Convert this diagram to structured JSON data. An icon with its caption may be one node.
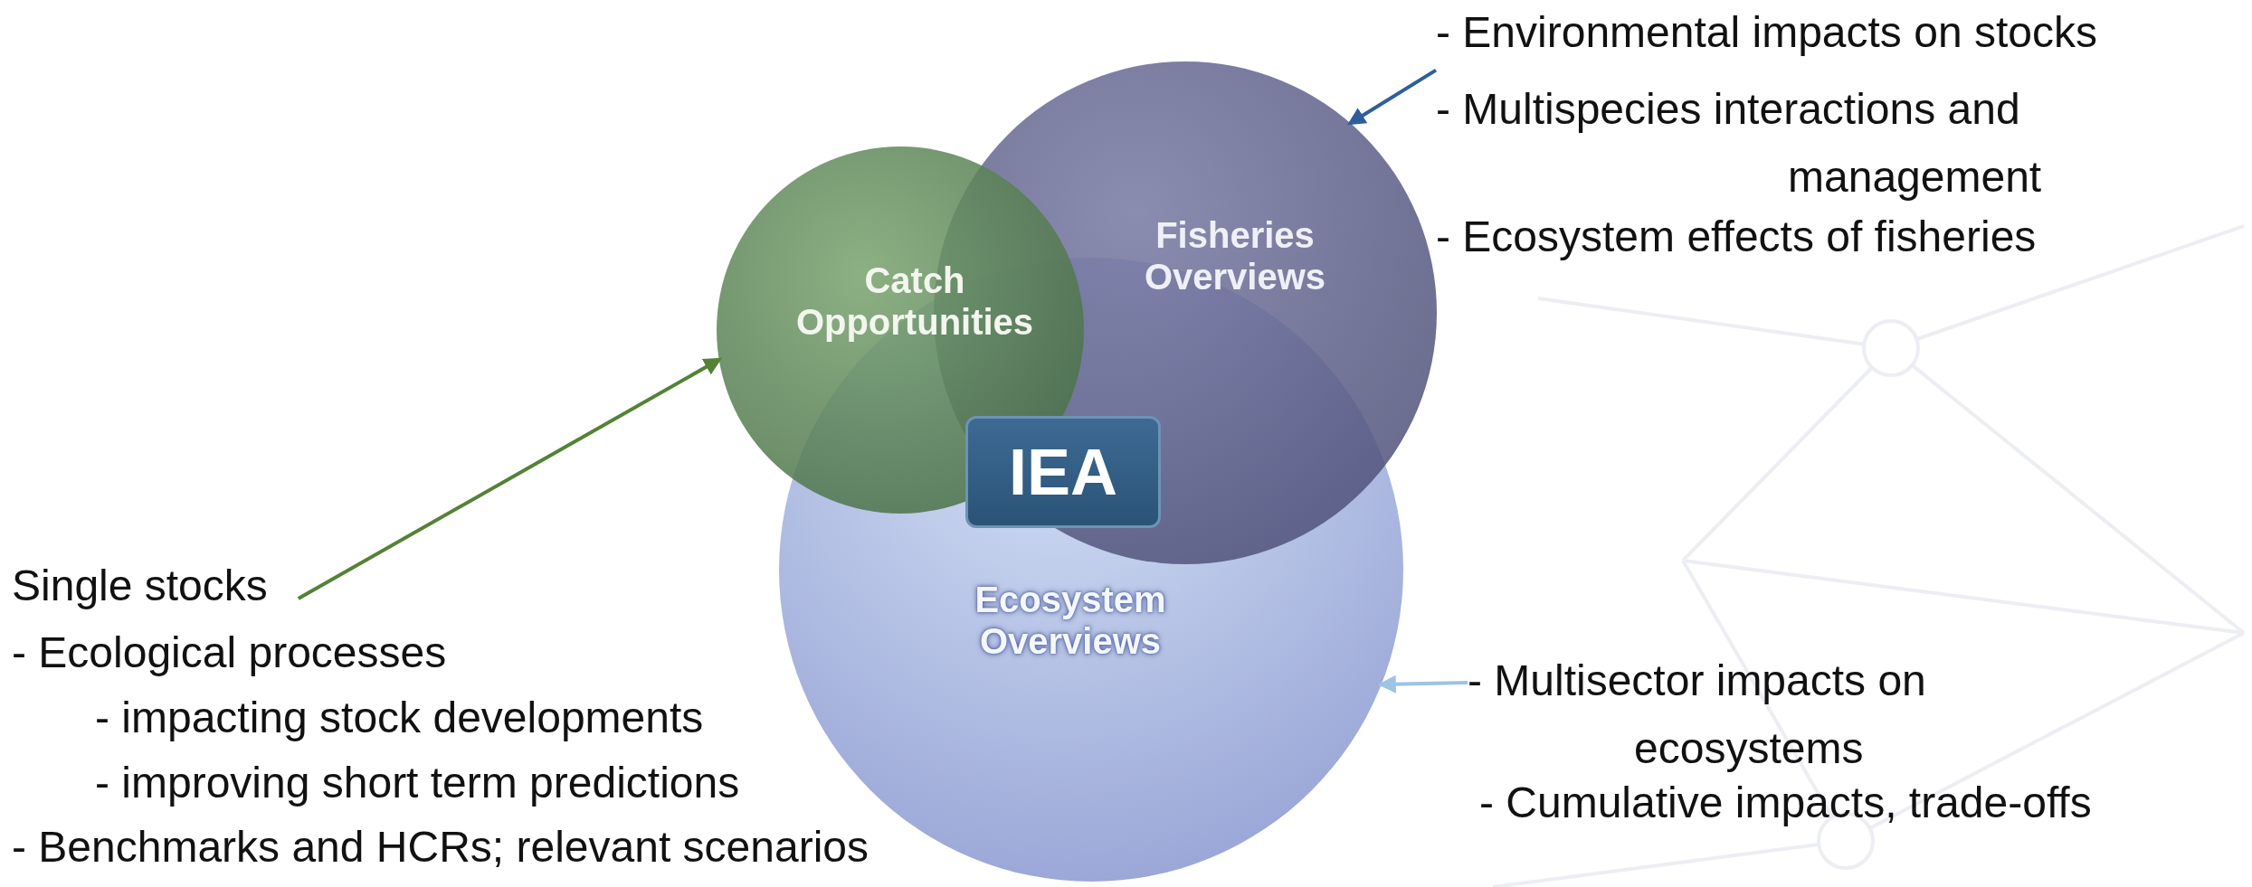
{
  "diagram": {
    "nodes": [
      {
        "text": [
          "- Environmental impacts on stocks",
          "- Multispecies interactions and management",
          "- Ecosystem effects of fisheries"
        ]
      },
      {
        "text": [
          "Fisheries Overviews"
        ]
      },
      {
        "text": [
          "Catch Opportunities"
        ]
      },
      {
        "text": [
          "IEA"
        ]
      },
      {
        "text": [
          "Ecosystem Overviews"
        ]
      },
      {
        "text": [
          "Single stocks"
        ]
      },
      {
        "text": [
          "- Multisector impacts on ecosystems",
          "- Cumulative impacts, trade-offs"
        ]
      }
    ],
    "edges": [
      {
        "from": 0,
        "to": 1,
        "arrow": "to",
        "color": "#2e5f9b"
      },
      {
        "from": 5,
        "to": 2,
        "arrow": "to",
        "color": "#548235"
      },
      {
        "from": 6,
        "to": 4,
        "arrow": "to",
        "color": "#9dc3e6"
      }
    ],
    "labels": [
      "- Ecological processes",
      "- impacting stock developments",
      "- improving short term predictions",
      "- Benchmarks and HCRs; relevant scenarios"
    ]
  }
}
